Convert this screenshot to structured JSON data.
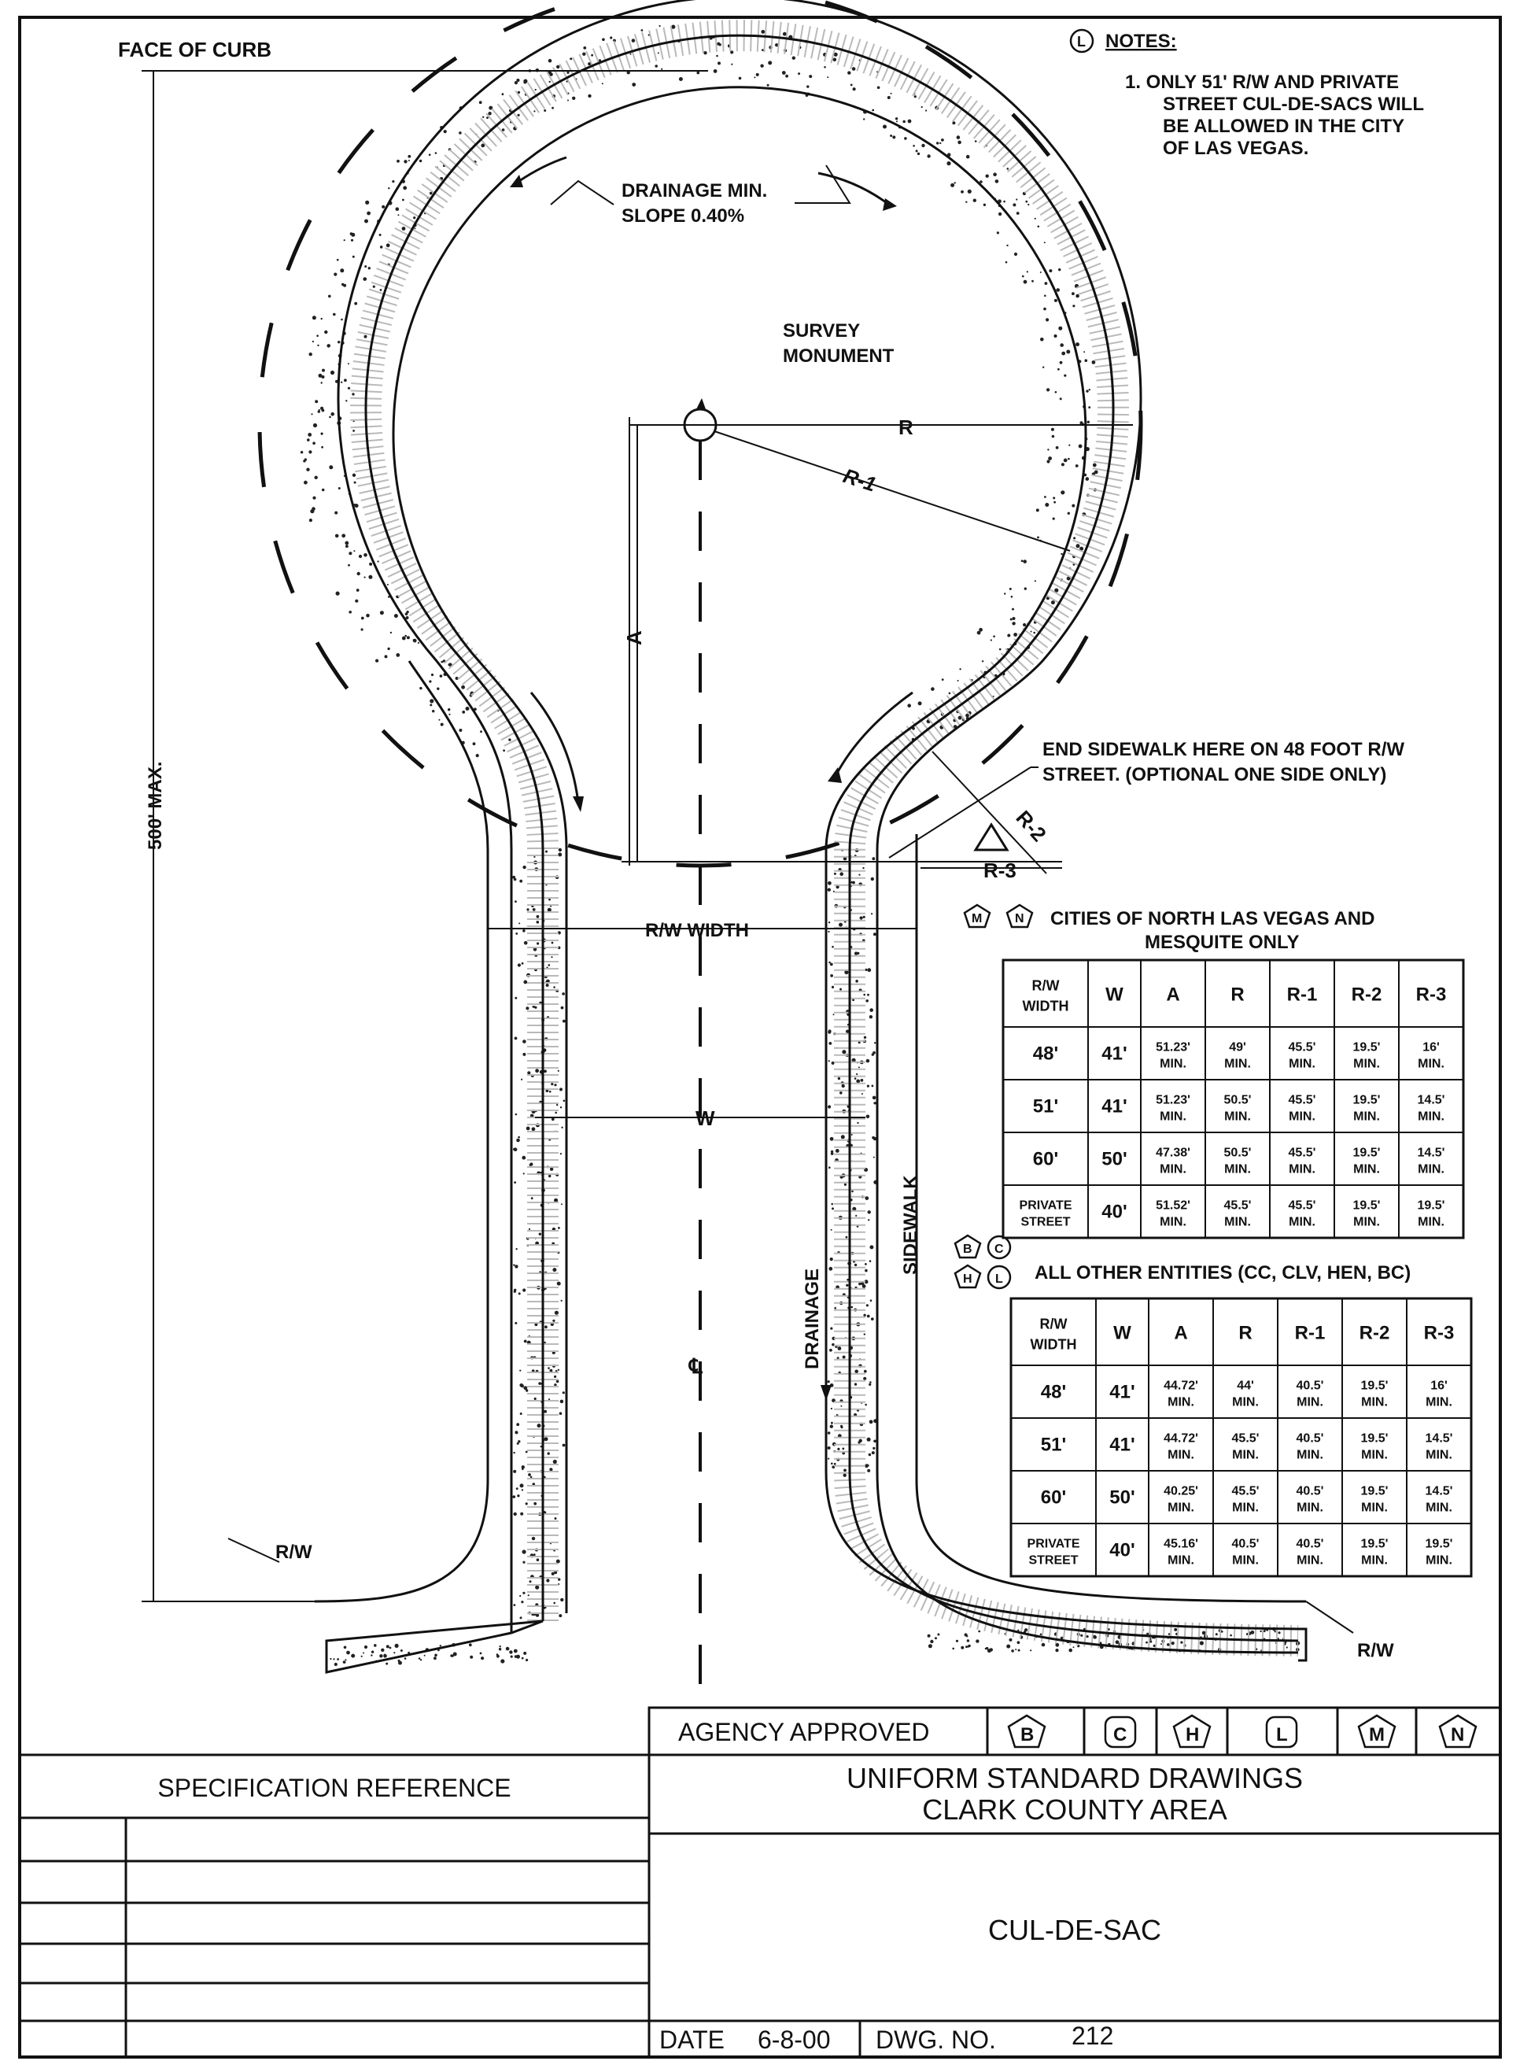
{
  "labels": {
    "face_of_curb": "FACE OF CURB",
    "drainage_min_1": "DRAINAGE MIN.",
    "drainage_min_2": "SLOPE  0.40%",
    "survey_1": "SURVEY",
    "survey_2": "MONUMENT",
    "r": "R",
    "r1": "R-1",
    "r2": "R-2",
    "r3": "R-3",
    "a": "A",
    "rw_width": "R/W WIDTH",
    "w": "W",
    "max_500": "500' MAX.",
    "drainage": "DRAINAGE",
    "sidewalk": "SIDEWALK",
    "centerline": "℄",
    "rw_left": "R/W",
    "rw_right": "R/W",
    "end_sidewalk_1": "END SIDEWALK HERE ON 48 FOOT R/W",
    "end_sidewalk_2": "STREET.  (OPTIONAL ONE SIDE ONLY)"
  },
  "notes": {
    "marker": "L",
    "title": "NOTES:",
    "lines": [
      "1.  ONLY 51' R/W AND PRIVATE",
      "STREET CUL-DE-SACS WILL",
      "BE ALLOWED IN THE CITY",
      "OF LAS VEGAS."
    ]
  },
  "table_nlv": {
    "badges": [
      "M",
      "N"
    ],
    "title_1": "CITIES OF NORTH LAS VEGAS AND",
    "title_2": "MESQUITE ONLY",
    "header": [
      "R/W WIDTH",
      "W",
      "A",
      "R",
      "R-1",
      "R-2",
      "R-3"
    ],
    "rows": [
      [
        "48'",
        "41'",
        "51.23' MIN.",
        "49' MIN.",
        "45.5' MIN.",
        "19.5' MIN.",
        "16' MIN."
      ],
      [
        "51'",
        "41'",
        "51.23' MIN.",
        "50.5' MIN.",
        "45.5' MIN.",
        "19.5' MIN.",
        "14.5' MIN."
      ],
      [
        "60'",
        "50'",
        "47.38' MIN.",
        "50.5' MIN.",
        "45.5' MIN.",
        "19.5' MIN.",
        "14.5' MIN."
      ],
      [
        "PRIVATE STREET",
        "40'",
        "51.52' MIN.",
        "45.5' MIN.",
        "45.5' MIN.",
        "19.5' MIN.",
        "19.5' MIN."
      ]
    ]
  },
  "table_other": {
    "badges": [
      "B",
      "C",
      "H",
      "L"
    ],
    "title": "ALL OTHER ENTITIES (CC, CLV, HEN, BC)",
    "header": [
      "R/W WIDTH",
      "W",
      "A",
      "R",
      "R-1",
      "R-2",
      "R-3"
    ],
    "rows": [
      [
        "48'",
        "41'",
        "44.72' MIN.",
        "44' MIN.",
        "40.5' MIN.",
        "19.5' MIN.",
        "16' MIN."
      ],
      [
        "51'",
        "41'",
        "44.72' MIN.",
        "45.5' MIN.",
        "40.5' MIN.",
        "19.5' MIN.",
        "14.5' MIN."
      ],
      [
        "60'",
        "50'",
        "40.25' MIN.",
        "45.5' MIN.",
        "40.5' MIN.",
        "19.5' MIN.",
        "14.5' MIN."
      ],
      [
        "PRIVATE STREET",
        "40'",
        "45.16' MIN.",
        "40.5' MIN.",
        "40.5' MIN.",
        "19.5' MIN.",
        "19.5' MIN."
      ]
    ]
  },
  "title_block": {
    "agency_approved": "AGENCY APPROVED",
    "agencies": [
      "B",
      "C",
      "H",
      "L",
      "M",
      "N"
    ],
    "spec_reference": "SPECIFICATION REFERENCE",
    "org_1": "UNIFORM STANDARD DRAWINGS",
    "org_2": "CLARK COUNTY AREA",
    "drawing_title": "CUL-DE-SAC",
    "date_label": "DATE",
    "date_value": "6-8-00",
    "dwg_label": "DWG. NO.",
    "dwg_value": "212"
  }
}
